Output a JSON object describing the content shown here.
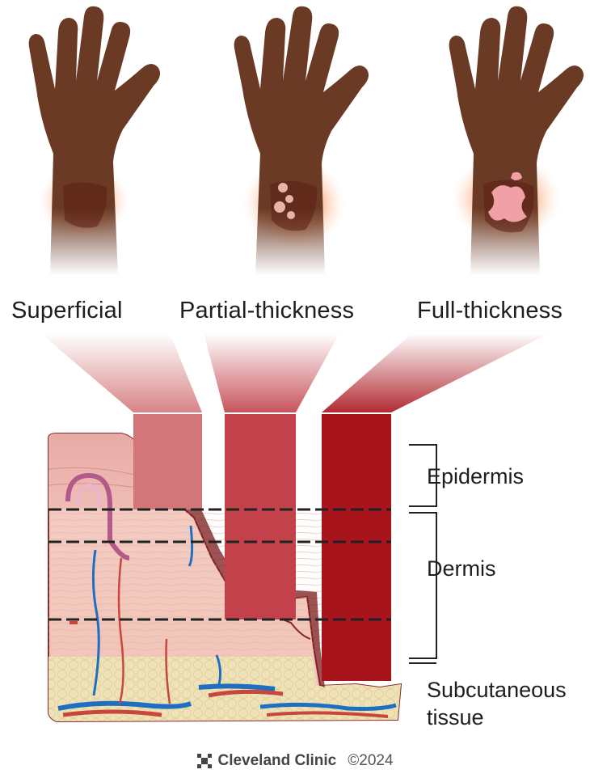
{
  "burn_types": [
    {
      "label": "Superficial"
    },
    {
      "label": "Partial-thickness"
    },
    {
      "label": "Full-thickness"
    }
  ],
  "skin_layers": [
    {
      "label": "Epidermis"
    },
    {
      "label": "Dermis"
    },
    {
      "label": "Subcutaneous tissue"
    }
  ],
  "footer": {
    "brand": "Cleveland Clinic",
    "copyright": "©2024"
  },
  "colors": {
    "superficial": "#d3767a",
    "partial": "#c2414a",
    "full": "#a8141c",
    "glow": "#f79a5e",
    "skin_tone": "#6b3a24",
    "vein": "#1f6fc1",
    "artery": "#c8463c",
    "fat": "#efe2b8"
  }
}
